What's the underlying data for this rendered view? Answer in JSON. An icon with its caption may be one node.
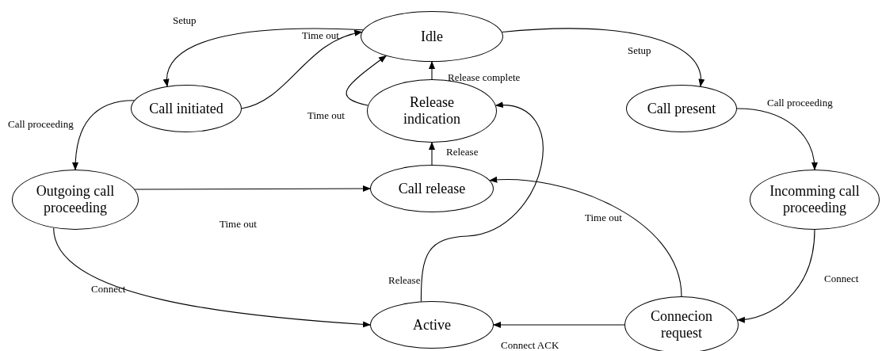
{
  "diagram": {
    "nodes": [
      {
        "text": [
          "Idle"
        ]
      },
      {
        "text": [
          "Call initiated"
        ]
      },
      {
        "text": [
          "Release indication"
        ]
      },
      {
        "text": [
          "Call present"
        ]
      },
      {
        "text": [
          "Outgoing call proceeding"
        ]
      },
      {
        "text": [
          "Call release"
        ]
      },
      {
        "text": [
          "Incomming call proceeding"
        ]
      },
      {
        "text": [
          "Active"
        ]
      },
      {
        "text": [
          "Connecion request"
        ]
      }
    ],
    "edges": [
      {
        "from": 0,
        "to": 1,
        "arrow": "to",
        "label": "Setup"
      },
      {
        "from": 1,
        "to": 0,
        "arrow": "to",
        "label": "Time out"
      },
      {
        "from": 2,
        "to": 0,
        "arrow": "to",
        "label": "Release complete"
      },
      {
        "from": 2,
        "to": 0,
        "arrow": "to",
        "label": "Time out"
      },
      {
        "from": 0,
        "to": 3,
        "arrow": "to",
        "label": "Setup"
      },
      {
        "from": 1,
        "to": 4,
        "arrow": "to",
        "label": "Call proceeding"
      },
      {
        "from": 3,
        "to": 6,
        "arrow": "to",
        "label": "Call proceeding"
      },
      {
        "from": 5,
        "to": 2,
        "arrow": "to",
        "label": "Release"
      },
      {
        "from": 4,
        "to": 5,
        "arrow": "to",
        "label": "Time out"
      },
      {
        "from": 4,
        "to": 7,
        "arrow": "to",
        "label": "Connect"
      },
      {
        "from": 7,
        "to": 2,
        "arrow": "to",
        "label": "Release"
      },
      {
        "from": 8,
        "to": 5,
        "arrow": "to",
        "label": "Time out"
      },
      {
        "from": 8,
        "to": 7,
        "arrow": "to",
        "label": "Connect ACK"
      },
      {
        "from": 6,
        "to": 8,
        "arrow": "to",
        "label": "Connect"
      }
    ]
  }
}
